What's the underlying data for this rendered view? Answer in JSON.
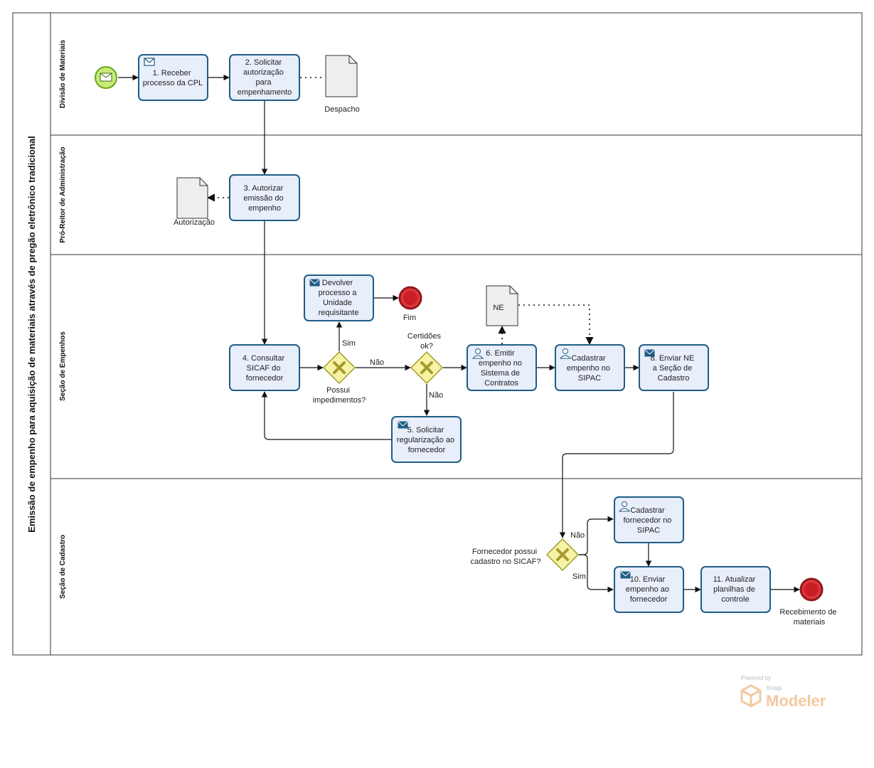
{
  "pool": {
    "title": "Emissão de empenho para aquisição de materiais através de pregão eletrônico tradicional"
  },
  "lanes": [
    {
      "name": "Divisão de Materiais"
    },
    {
      "name": "Pró-Reitor de Administração"
    },
    {
      "name": "Seção de Empenhos"
    },
    {
      "name": "Seção de Cadastro"
    }
  ],
  "tasks": {
    "t1": [
      "1. Receber",
      "processo da CPL"
    ],
    "t2": [
      "2. Solicitar",
      "autorização",
      "para",
      "empenhamento"
    ],
    "t3": [
      "3. Autorizar",
      "emissão do",
      "empenho"
    ],
    "t4": [
      "4. Consultar",
      "SICAF do",
      "fornecedor"
    ],
    "t5": [
      "5. Solicitar",
      "regularização ao",
      "fornecedor"
    ],
    "t6": [
      "6. Emitir",
      "empenho no",
      "Sistema de",
      "Contratos"
    ],
    "t7": [
      "Cadastrar",
      "empenho no",
      "SIPAC"
    ],
    "t8": [
      "8. Enviar NE",
      "a Seção de",
      "Cadastro"
    ],
    "t9": [
      "Cadastrar",
      "fornecedor no",
      "SIPAC"
    ],
    "t10": [
      "10. Enviar",
      "empenho ao",
      "fornecedor"
    ],
    "t11": [
      "11. Atualizar",
      "planilhas de",
      "controle"
    ],
    "tdev": [
      "Devolver",
      "processo a",
      "Unidade",
      "requisitante"
    ]
  },
  "documents": {
    "despacho": "Despacho",
    "autorizacao": "Autorização",
    "ne": "NE"
  },
  "gateways": {
    "g1": [
      "Possui",
      "impedimentos?"
    ],
    "g2": [
      "Certidões",
      "ok?"
    ],
    "g3": [
      "Fornecedor possui",
      "cadastro no SICAF?"
    ]
  },
  "flow_labels": {
    "sim1": "Sim",
    "nao1": "Não",
    "nao2": "Não",
    "nao3": "Não",
    "sim3": "Sim"
  },
  "events": {
    "fim": "Fim",
    "recebimento": [
      "Recebimento de",
      "materiais"
    ]
  },
  "watermark": {
    "powered": "Powered by",
    "brand": "bizagi",
    "product": "Modeler"
  },
  "colors": {
    "task_fill": "#e8eefa",
    "task_stroke": "#1f5d86",
    "start_fill": "#c7eb7a",
    "start_stroke": "#6aa617",
    "end_fill": "#e0353b",
    "end_stroke": "#8e1a1e",
    "gateway_fill": "#f6f3a6",
    "gateway_stroke": "#a59a2b"
  }
}
